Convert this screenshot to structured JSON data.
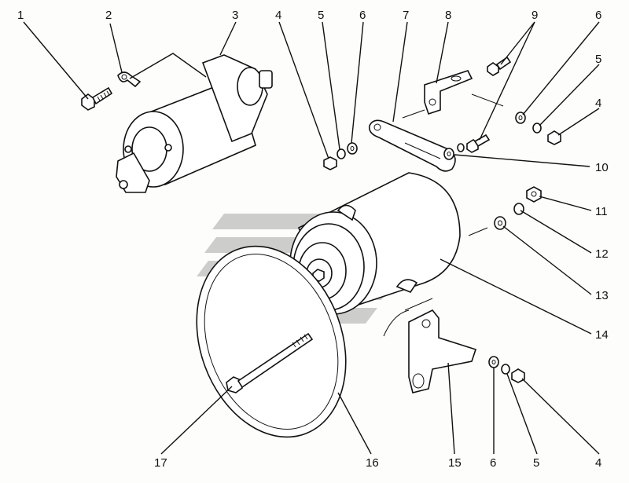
{
  "figure": {
    "labels": [
      {
        "id": "l1",
        "text": "1"
      },
      {
        "id": "l2",
        "text": "2"
      },
      {
        "id": "l3",
        "text": "3"
      },
      {
        "id": "l4a",
        "text": "4"
      },
      {
        "id": "l5a",
        "text": "5"
      },
      {
        "id": "l6a",
        "text": "6"
      },
      {
        "id": "l7",
        "text": "7"
      },
      {
        "id": "l8",
        "text": "8"
      },
      {
        "id": "l9",
        "text": "9"
      },
      {
        "id": "l6b",
        "text": "6"
      },
      {
        "id": "l5b",
        "text": "5"
      },
      {
        "id": "l4b",
        "text": "4"
      },
      {
        "id": "l10",
        "text": "10"
      },
      {
        "id": "l11",
        "text": "11"
      },
      {
        "id": "l12",
        "text": "12"
      },
      {
        "id": "l13",
        "text": "13"
      },
      {
        "id": "l14",
        "text": "14"
      },
      {
        "id": "l15",
        "text": "15"
      },
      {
        "id": "l16",
        "text": "16"
      },
      {
        "id": "l17",
        "text": "17"
      },
      {
        "id": "l6c",
        "text": "6"
      },
      {
        "id": "l5c",
        "text": "5"
      },
      {
        "id": "l4c",
        "text": "4"
      }
    ]
  },
  "colors": {
    "line": "#111111",
    "watermark": "#b9b9b9",
    "paper": "#fdfdfb"
  }
}
